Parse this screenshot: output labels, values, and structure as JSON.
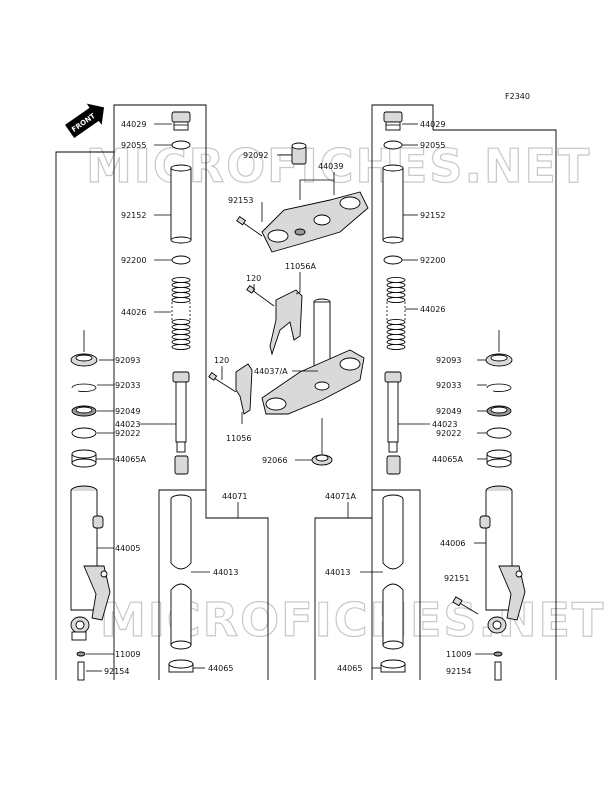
{
  "figure_code": "F2340",
  "front_label": "FRONT",
  "watermark": "MICROFICHES.NET",
  "callouts": {
    "c44029_l": "44029",
    "c92055_l": "92055",
    "c92152_l": "92152",
    "c92200_l": "92200",
    "c44026_l": "44026",
    "c92093_l": "92093",
    "c92033_l": "92033",
    "c92049_l": "92049",
    "c44023_l": "44023",
    "c92022_l": "92022",
    "c44065A_l": "44065A",
    "c44005": "44005",
    "c11009_l": "11009",
    "c92154_l": "92154",
    "c44013_l": "44013",
    "c44065_l": "44065",
    "c44071": "44071",
    "c92092": "92092",
    "c44039": "44039",
    "c92153": "92153",
    "c120_a": "120",
    "c11056A": "11056A",
    "c120_b": "120",
    "c44037A": "44037/A",
    "c11056": "11056",
    "c92066": "92066",
    "c44029_r": "44029",
    "c92055_r": "92055",
    "c92152_r": "92152",
    "c92200_r": "92200",
    "c44026_r": "44026",
    "c92093_r": "92093",
    "c92033_r": "92033",
    "c92049_r": "92049",
    "c44023_r": "44023",
    "c92022_r": "92022",
    "c44065A_r": "44065A",
    "c44006": "44006",
    "c92151": "92151",
    "c11009_r": "11009",
    "c92154_r": "92154",
    "c44013_r": "44013",
    "c44065_r": "44065",
    "c44071A": "44071A"
  }
}
